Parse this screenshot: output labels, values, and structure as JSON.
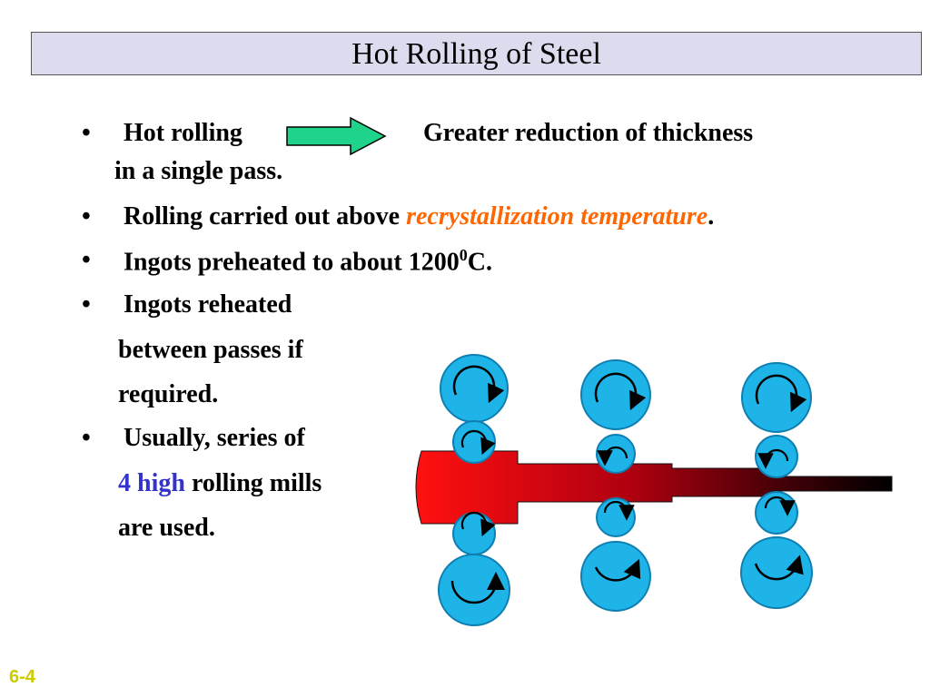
{
  "title": "Hot Rolling of Steel",
  "bullets": {
    "b1_a": "Hot rolling",
    "b1_b": "Greater reduction of thickness",
    "b1_c": "in a single pass.",
    "b2_a": "Rolling carried out above ",
    "b2_b": "recrystallization temperature",
    "b2_c": ".",
    "b3_a": "Ingots preheated to about 1200",
    "b3_sup": "0",
    "b3_c": "C.",
    "b4_a": "Ingots reheated",
    "b4_b": "between passes if",
    "b4_c": "required.",
    "b5_a": "Usually, series of",
    "b5_b": "4 high",
    "b5_c": " rolling mills",
    "b5_d": "are used."
  },
  "bullet_symbol": "•",
  "footer": "6-4",
  "colors": {
    "title_bg": "#dcdcee",
    "emphasis_orange": "#ff6600",
    "emphasis_blue": "#3333cc",
    "roll_fill": "#1fb4e8",
    "arrow_fill": "#1fd38a",
    "footer": "#cccc00"
  },
  "icons": {
    "arrow": "right-arrow-icon",
    "rotation": "rotation-arrow-icon"
  }
}
